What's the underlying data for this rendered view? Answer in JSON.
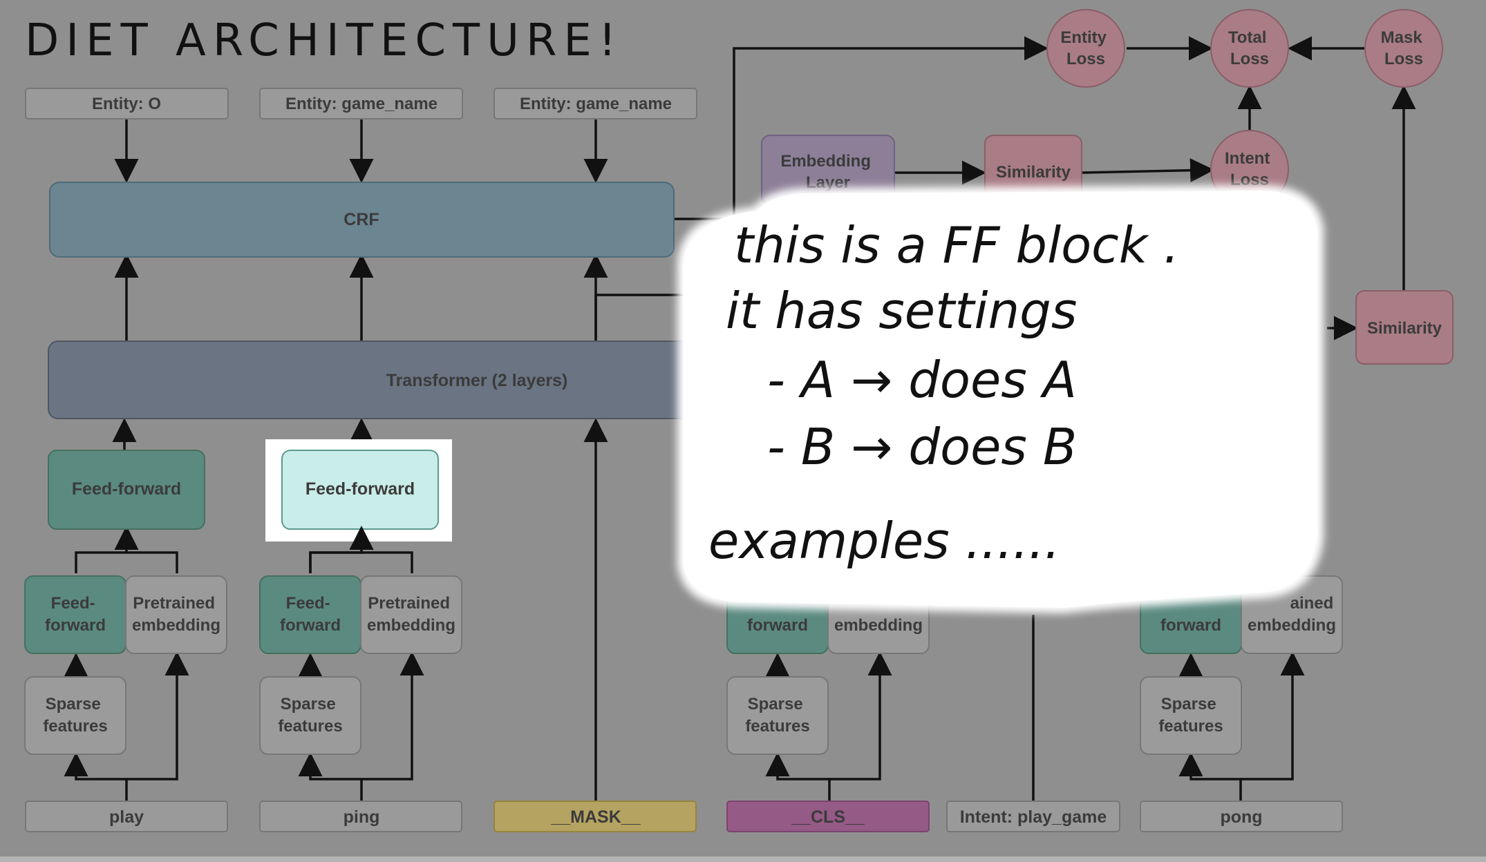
{
  "title": "DIET ARCHITECTURE!",
  "colors": {
    "background": "#8f8f8f",
    "token_box": "#9a9a9a",
    "feedforward": "#5b8a80",
    "feedforward_highlight": "#c9ede8",
    "pretrained": "#9b9b9b",
    "sparse": "#9b9b9b",
    "crf": "#6b8591",
    "transformer": "#6a7483",
    "loss": "#a97c86",
    "similarity": "#a97c86",
    "embedding": "#8d7f98",
    "mask_token": "#b5a361",
    "cls_token": "#955a86",
    "note_bg": "#ffffff"
  },
  "entities": [
    "Entity: O",
    "Entity: game_name",
    "Entity: game_name"
  ],
  "crf_label": "CRF",
  "transformer_label": "Transformer (2 layers)",
  "feed_forward_label": "Feed-forward",
  "feed_forward_small": [
    "Feed-",
    "forward"
  ],
  "pretrained_label": [
    "Pretrained",
    "embedding"
  ],
  "sparse_label": [
    "Sparse",
    "features"
  ],
  "tokens": [
    "play",
    "ping",
    "__MASK__",
    "__CLS__",
    "Intent: play_game",
    "pong"
  ],
  "losses": {
    "entity": [
      "Entity",
      "Loss"
    ],
    "total": [
      "Total",
      "Loss"
    ],
    "mask": [
      "Mask",
      "Loss"
    ],
    "intent": [
      "Intent",
      "Loss"
    ]
  },
  "embedding_layer_label": [
    "Embedding",
    "Layer"
  ],
  "similarity_label": "Similarity",
  "partial_labels": {
    "forward": "forward",
    "embedding": "embedding",
    "ained": "ained"
  },
  "note": {
    "lines": [
      "this is a FF block .",
      "it has settings",
      "- A → does A",
      "- B → does B",
      "examples ......"
    ]
  }
}
